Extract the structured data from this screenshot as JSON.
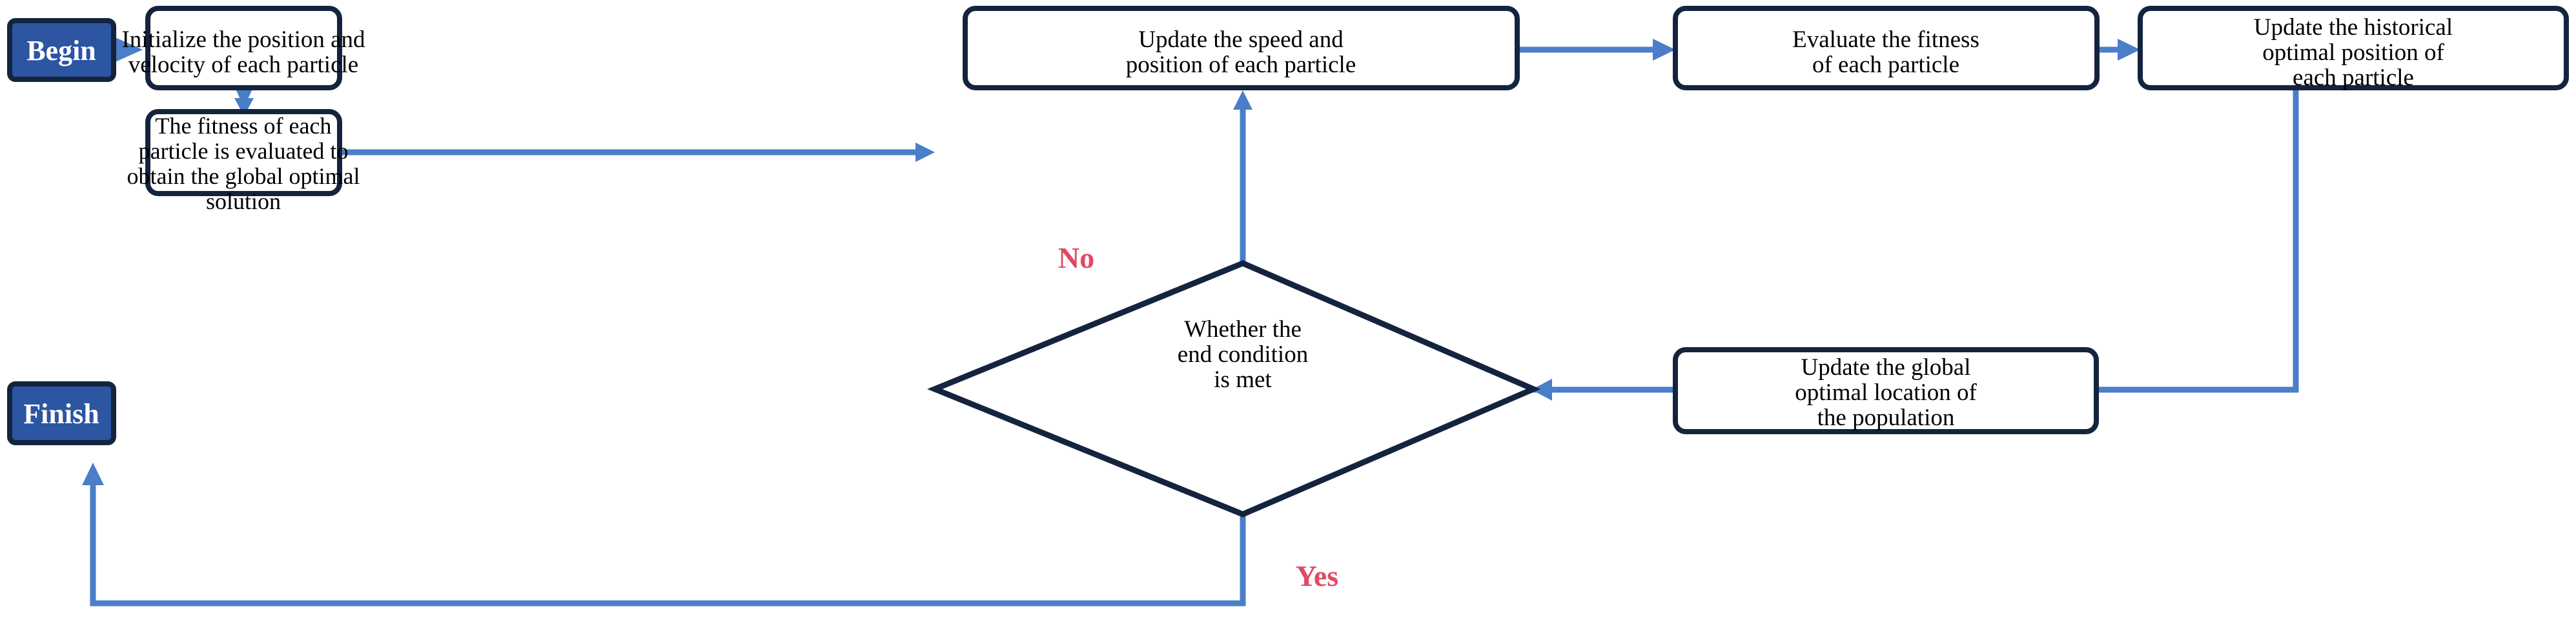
{
  "diagram": {
    "title": "Particle Swarm Optimization flowchart",
    "colors": {
      "terminal_fill": "#2C55A2",
      "node_stroke": "#14243F",
      "node_fill": "#FFFFFF",
      "connector": "#4A7EC8",
      "branch_label": "#E04A63",
      "terminal_text": "#FFFFFF",
      "node_text": "#000000",
      "background": "#FFFFFF"
    },
    "nodes": {
      "begin": {
        "label": "Begin",
        "shape": "terminal"
      },
      "initialize": {
        "shape": "process",
        "lines": [
          "Initialize the position and",
          "velocity of each particle"
        ]
      },
      "update_speed": {
        "shape": "process",
        "lines": [
          "Update the speed and",
          "position of each particle"
        ]
      },
      "evaluate_fitness": {
        "shape": "process",
        "lines": [
          "Evaluate the fitness",
          "of each particle"
        ]
      },
      "update_historical": {
        "shape": "process",
        "lines": [
          "Update the historical",
          "optimal position of",
          "each particle"
        ]
      },
      "update_global": {
        "shape": "process",
        "lines": [
          "Update the global",
          "optimal location of",
          "the population"
        ]
      },
      "decision": {
        "shape": "decision",
        "lines": [
          "Whether the",
          "end condition",
          "is met"
        ]
      },
      "fitness_global": {
        "shape": "process",
        "lines": [
          "The fitness of each",
          "particle is evaluated to",
          "obtain the global optimal",
          "solution"
        ]
      },
      "finish": {
        "label": "Finish",
        "shape": "terminal"
      }
    },
    "branch_labels": {
      "no": "No",
      "yes": "Yes"
    }
  }
}
